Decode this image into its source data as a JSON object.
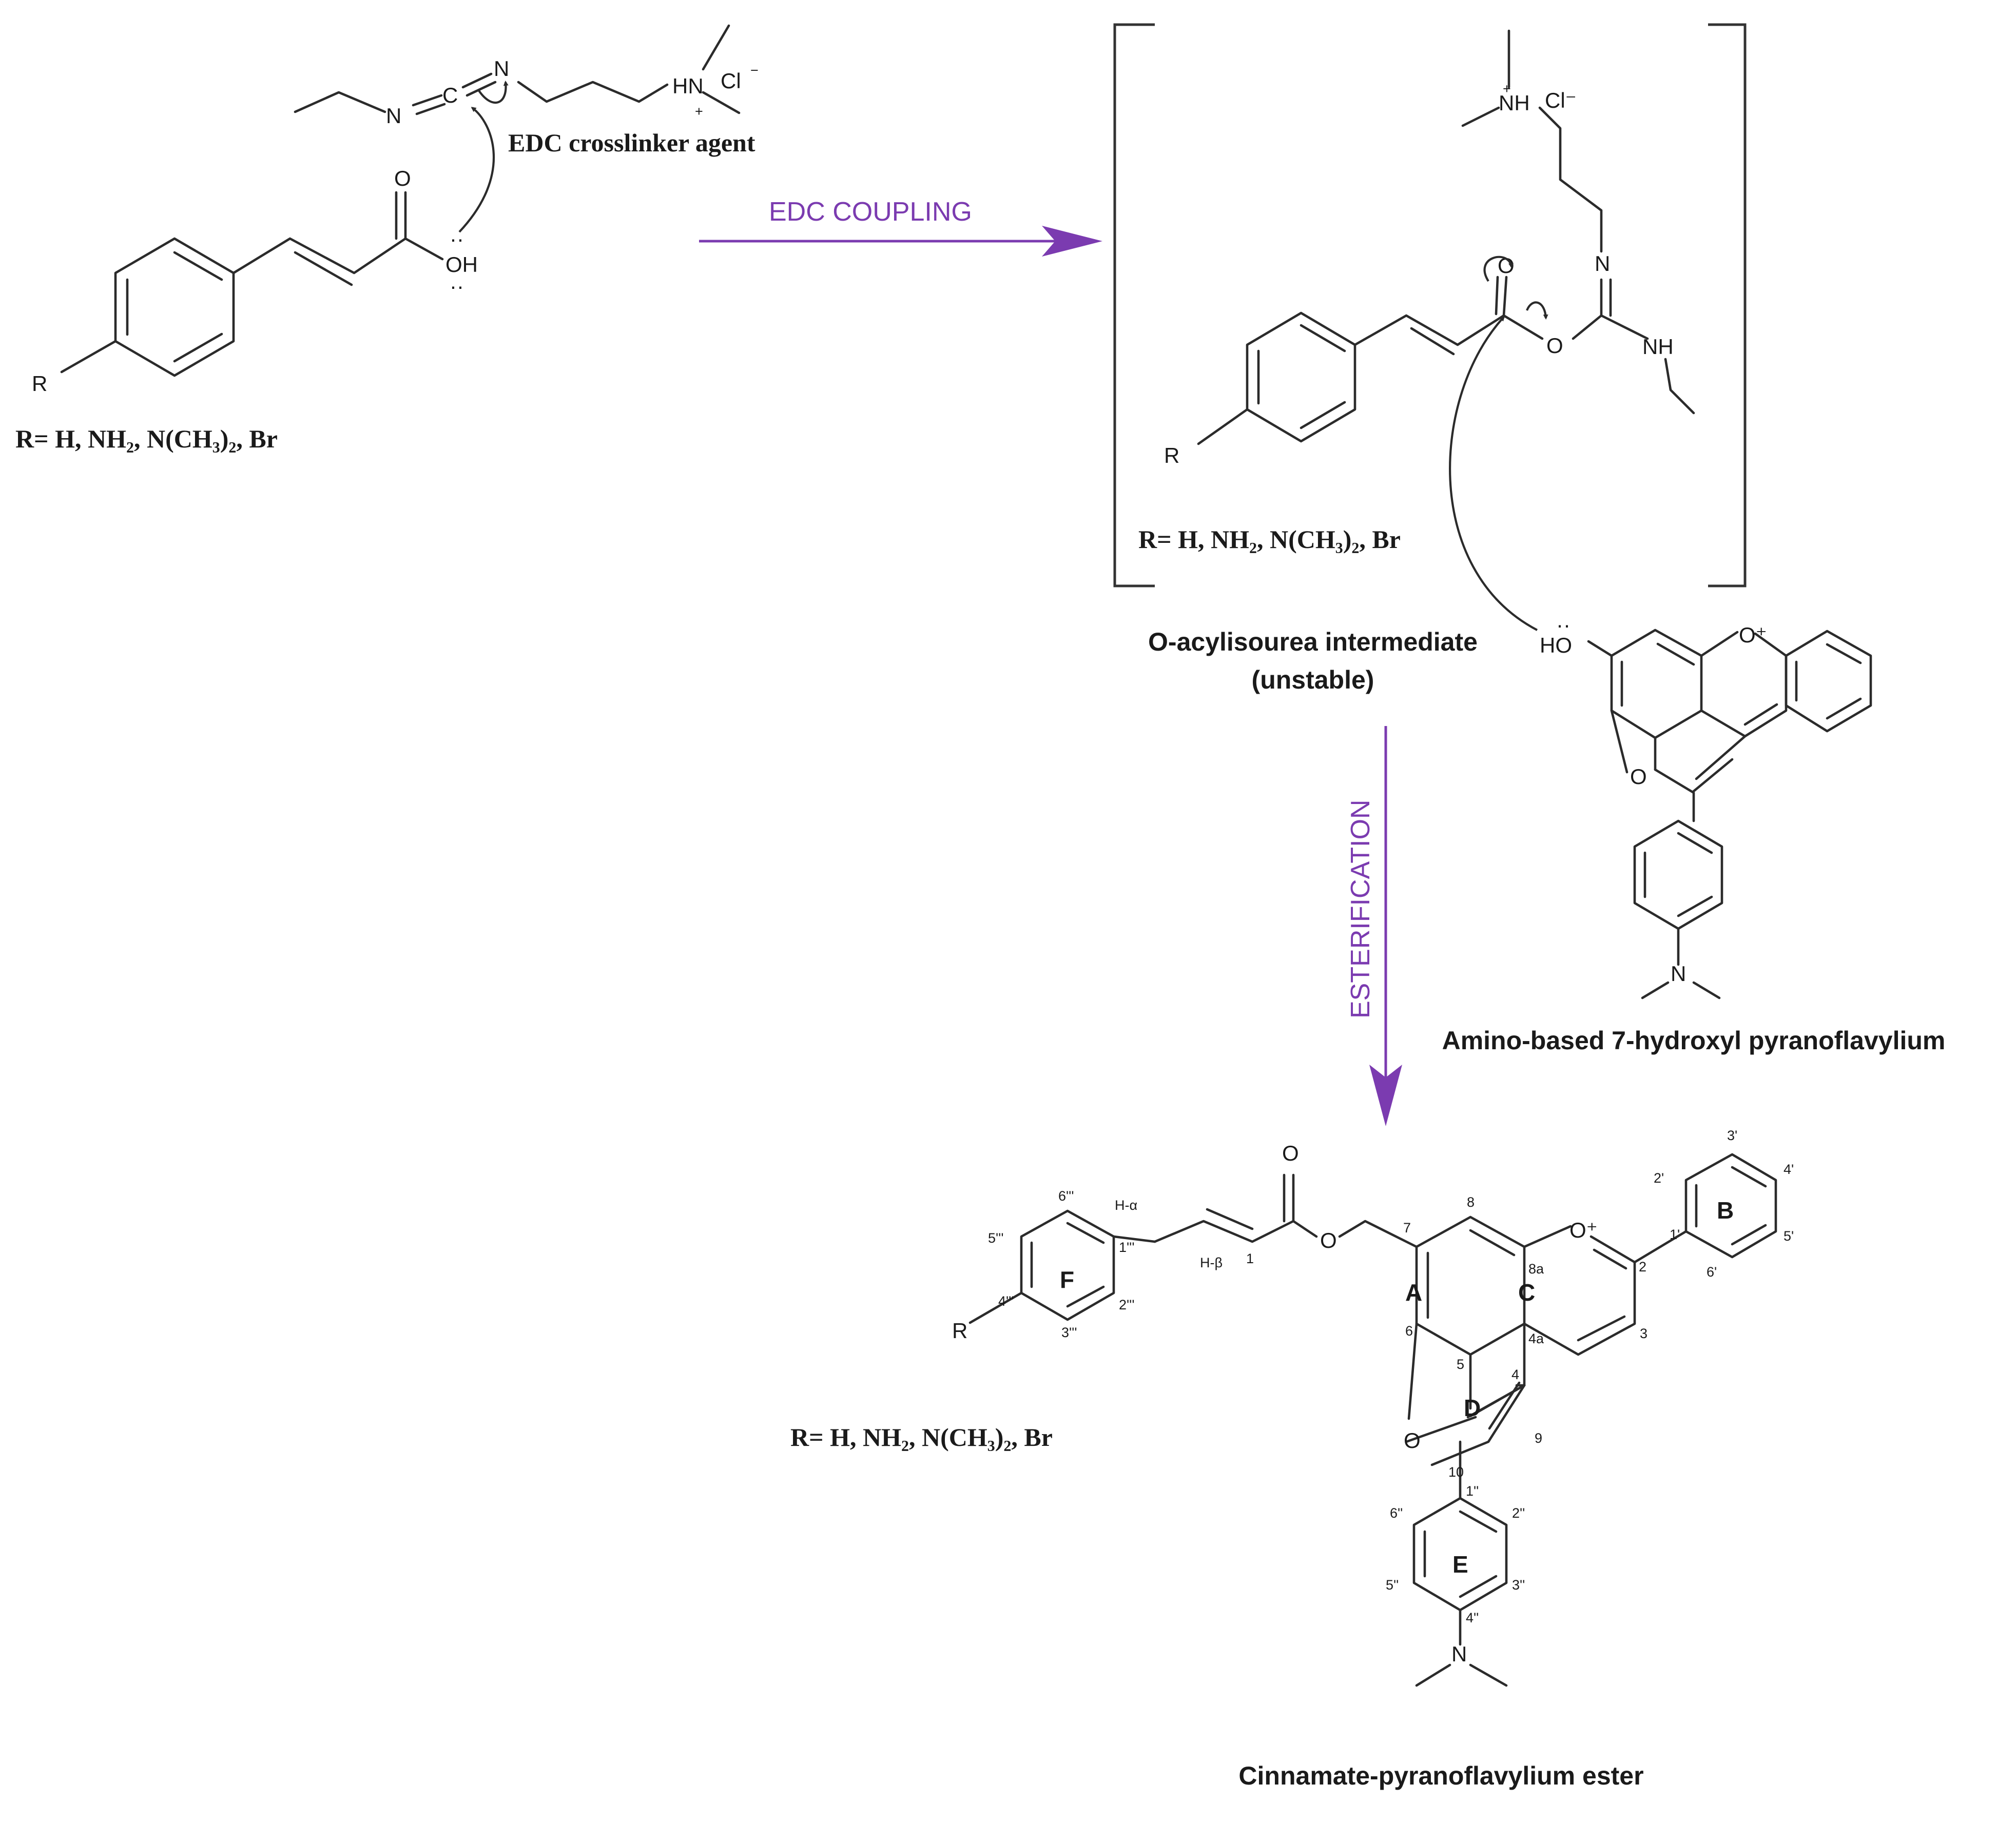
{
  "colors": {
    "step_arrow": "#7b3bb0",
    "structure": "#2b2b2b"
  },
  "reagent": {
    "title": "EDC crosslinker agent",
    "atoms": {
      "n1": "N",
      "c": "C",
      "n2": "N",
      "hn": "HN",
      "plus": "+",
      "cl": "Cl",
      "minus": "−"
    },
    "acid_atoms": {
      "o": "O",
      "oh": "OH",
      "r": "R",
      "lone_pair": "··"
    },
    "r_groups": "R= H, NH₂, N(CH₃)₂, Br"
  },
  "steps": {
    "coupling": "EDC COUPLING",
    "esterification": "ESTERIFICATION"
  },
  "intermediate": {
    "caption_line1": "O-acylisourea intermediate",
    "caption_line2": "(unstable)",
    "atoms": {
      "nh": "NH",
      "plus": "+",
      "cl": "Cl⁻",
      "n": "N",
      "o_carbonyl": "O",
      "o_ester": "O",
      "nh2": "NH",
      "r": "R"
    },
    "r_groups": "R= H, NH₂, N(CH₃)₂, Br"
  },
  "pyranoflavylium": {
    "caption": "Amino-based 7-hydroxyl pyranoflavylium",
    "atoms": {
      "ho": "HO",
      "o_plus": "O⁺",
      "o_ring": "O",
      "n": "N",
      "lone_pair": "··"
    }
  },
  "product": {
    "caption": "Cinnamate-pyranoflavylium ester",
    "r_groups": "R= H, NH₂, N(CH₃)₂, Br",
    "atoms": {
      "o_carbonyl": "O",
      "o_ester": "O",
      "o_plus": "O⁺",
      "o_ring": "O",
      "n": "N",
      "r": "R"
    },
    "ring_labels": {
      "a": "A",
      "b": "B",
      "c": "C",
      "d": "D",
      "e": "E",
      "f": "F"
    },
    "positions": {
      "p8": "8",
      "p7": "7",
      "p6": "6",
      "p5": "5",
      "p8a": "8a",
      "p4a": "4a",
      "p4": "4",
      "p3": "3",
      "p2": "2",
      "p9": "9",
      "p10": "10",
      "p1": "1",
      "h_alpha": "H-α",
      "h_beta": "H-β",
      "b1": "1'",
      "b2": "2'",
      "b3": "3'",
      "b4": "4'",
      "b5": "5'",
      "b6": "6'",
      "e1": "1''",
      "e2": "2''",
      "e3": "3''",
      "e4": "4''",
      "e5": "5''",
      "e6": "6''",
      "f1": "1'''",
      "f2": "2'''",
      "f3": "3'''",
      "f4": "4'''",
      "f5": "5'''",
      "f6": "6'''"
    }
  }
}
